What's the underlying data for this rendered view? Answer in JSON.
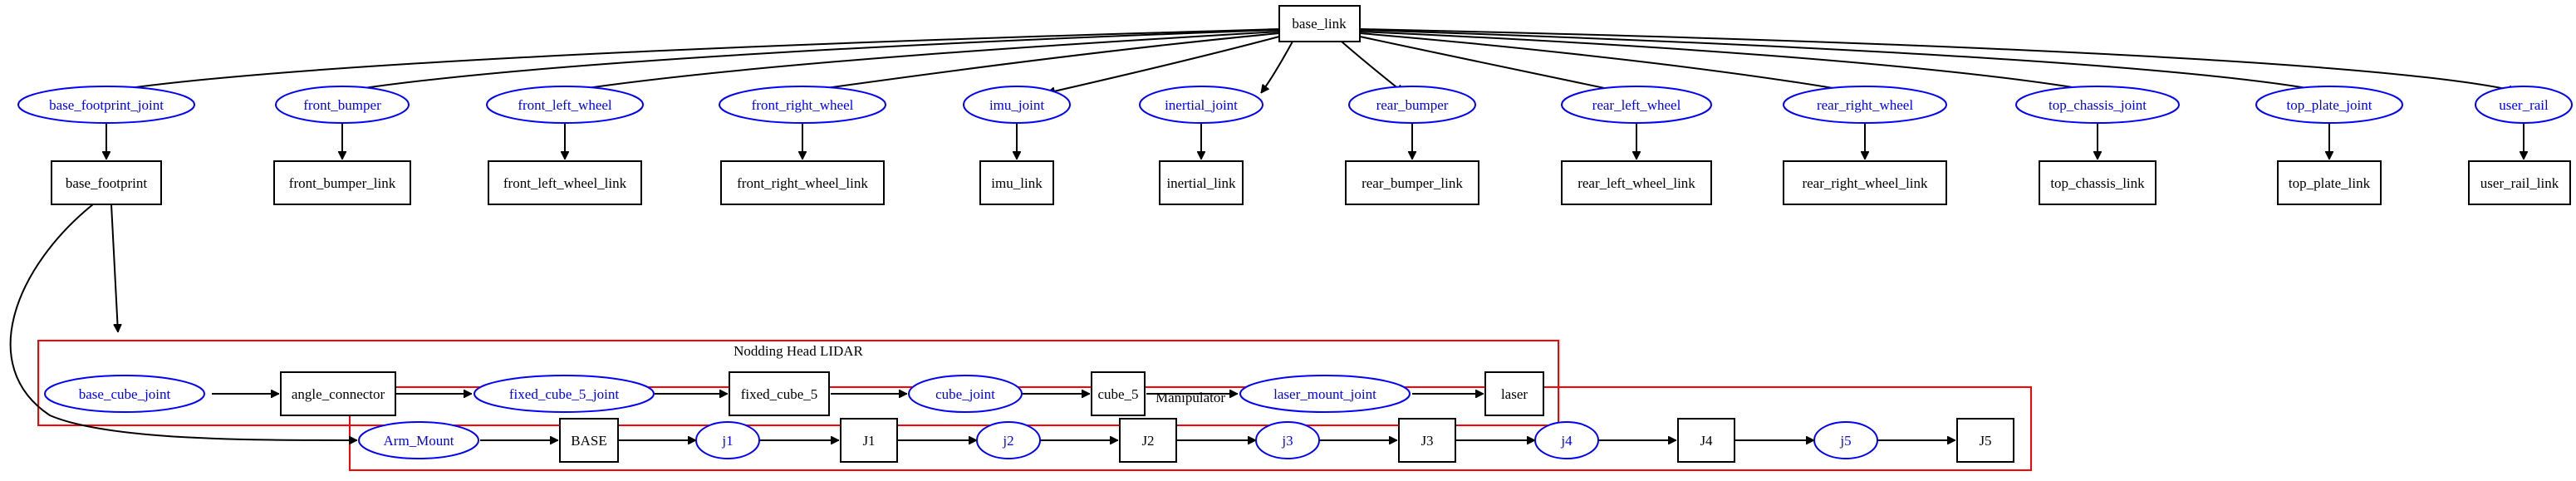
{
  "colors": {
    "link_stroke": "#000000",
    "joint_stroke": "#0000ff",
    "cluster_stroke": "#ff0000",
    "joint_text": "#0000ff"
  },
  "clusters": {
    "lidar": {
      "title": "Nodding Head LIDAR"
    },
    "manipulator": {
      "title": "Manipulator"
    }
  },
  "nodes": {
    "base_link": "base_link",
    "base_footprint_joint": "base_footprint_joint",
    "front_bumper": "front_bumper",
    "front_left_wheel": "front_left_wheel",
    "front_right_wheel": "front_right_wheel",
    "imu_joint": "imu_joint",
    "inertial_joint": "inertial_joint",
    "rear_bumper": "rear_bumper",
    "rear_left_wheel": "rear_left_wheel",
    "rear_right_wheel": "rear_right_wheel",
    "top_chassis_joint": "top_chassis_joint",
    "top_plate_joint": "top_plate_joint",
    "user_rail": "user_rail",
    "base_footprint": "base_footprint",
    "front_bumper_link": "front_bumper_link",
    "front_left_wheel_link": "front_left_wheel_link",
    "front_right_wheel_link": "front_right_wheel_link",
    "imu_link": "imu_link",
    "inertial_link": "inertial_link",
    "rear_bumper_link": "rear_bumper_link",
    "rear_left_wheel_link": "rear_left_wheel_link",
    "rear_right_wheel_link": "rear_right_wheel_link",
    "top_chassis_link": "top_chassis_link",
    "top_plate_link": "top_plate_link",
    "user_rail_link": "user_rail_link",
    "base_cube_joint": "base_cube_joint",
    "angle_connector": "angle_connector",
    "fixed_cube_5_joint": "fixed_cube_5_joint",
    "fixed_cube_5": "fixed_cube_5",
    "cube_joint": "cube_joint",
    "cube_5": "cube_5",
    "laser_mount_joint": "laser_mount_joint",
    "laser": "laser",
    "Arm_Mount": "Arm_Mount",
    "BASE": "BASE",
    "j1": "j1",
    "J1": "J1",
    "j2": "j2",
    "J2": "J2",
    "j3": "j3",
    "J3": "J3",
    "j4": "j4",
    "J4": "J4",
    "j5": "j5",
    "J5": "J5"
  }
}
